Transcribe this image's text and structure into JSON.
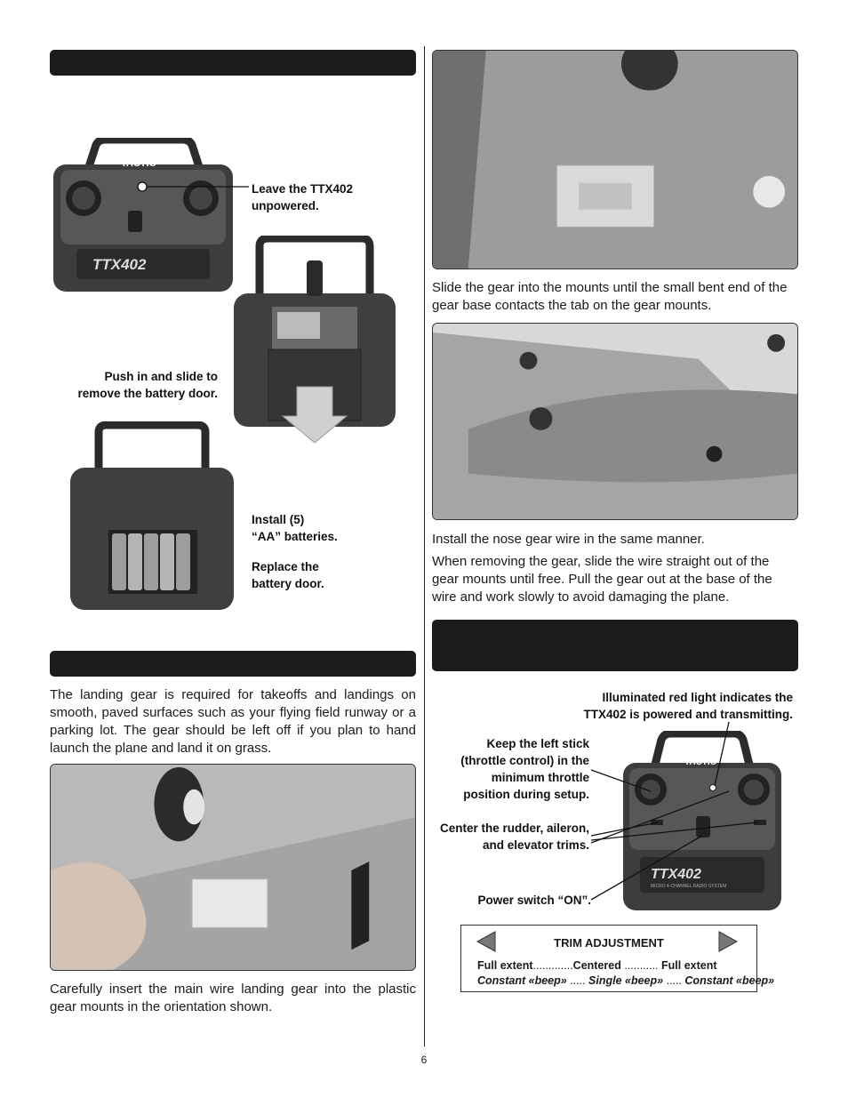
{
  "left_column": {
    "callouts": {
      "leave_unpowered": [
        "Leave the TTX402",
        "unpowered."
      ],
      "push_slide": [
        "Push in and slide to",
        "remove the battery door."
      ],
      "install_batteries": [
        "Install (5)",
        "“AA” batteries."
      ],
      "replace_door": [
        "Replace the",
        "battery door."
      ]
    },
    "landing_gear_text": "The landing gear is required for takeoffs and landings on smooth, paved surfaces such as your flying field runway or a parking lot. The gear should be left off if you plan to hand launch the plane and land it on grass.",
    "insert_caption": "Carefully insert the main wire landing gear into the plastic gear mounts in the orientation shown."
  },
  "right_column": {
    "slide_caption": "Slide the gear into the mounts until the small bent end of the gear base contacts the tab on the gear mounts.",
    "nose_caption": "Install the nose gear wire in the same manner.",
    "removing_caption": "When removing the gear, slide the wire straight out of the gear mounts until free. Pull the gear out at the base of the wire and work slowly to avoid damaging the plane.",
    "callouts": {
      "red_light": [
        "Illuminated red light indicates the",
        "TTX402 is powered and transmitting."
      ],
      "left_stick": [
        "Keep the left stick",
        "(throttle control) in the",
        "minimum throttle",
        "position during setup."
      ],
      "center_trims": [
        "Center the rudder, aileron,",
        "and elevator trims."
      ],
      "power_switch": "Power switch “ON”."
    },
    "trim": {
      "title": "TRIM ADJUSTMENT",
      "row1": [
        "Full extent",
        "Centered",
        "Full extent"
      ],
      "row2": [
        "Constant «beep»",
        "Single «beep»",
        "Constant «beep»"
      ]
    }
  },
  "transmitter": {
    "brand": "TACTIC",
    "model": "TTX402",
    "model_sub": "MICRO 4-CHANNEL RADIO SYSTEM"
  },
  "page_number": "6"
}
